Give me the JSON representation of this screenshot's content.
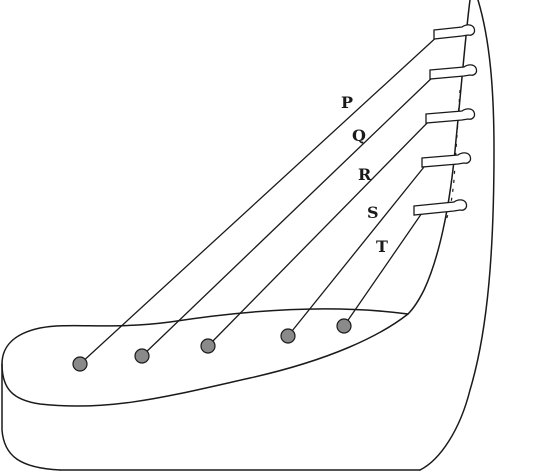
{
  "figure": {
    "strings": [
      {
        "label": "P"
      },
      {
        "label": "Q"
      },
      {
        "label": "R"
      },
      {
        "label": "S"
      },
      {
        "label": "T"
      }
    ]
  }
}
